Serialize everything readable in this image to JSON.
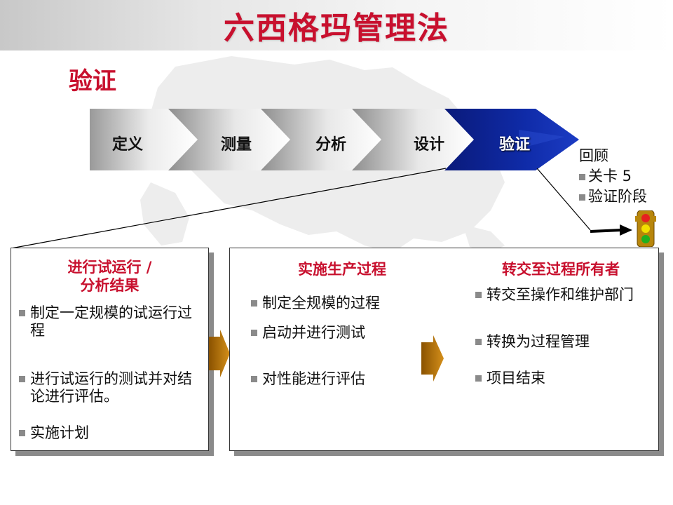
{
  "header": {
    "title": "六西格玛管理法"
  },
  "page": {
    "subtitle": "验证"
  },
  "stages": [
    {
      "label": "定义"
    },
    {
      "label": "测量"
    },
    {
      "label": "分析"
    },
    {
      "label": "设计"
    },
    {
      "label": "验证"
    }
  ],
  "review": {
    "title": "回顾",
    "items": [
      "关卡 5",
      "验证阶段"
    ]
  },
  "boxes": [
    {
      "title_line1": "进行试运行 /",
      "title_line2": "分析结果",
      "items": [
        "制定一定规模的试运行过程",
        "进行试运行的测试并对结论进行评估。",
        "实施计划"
      ]
    },
    {
      "title": "实施生产过程",
      "items": [
        "制定全规模的过程",
        "启动并进行测试",
        "对性能进行评估"
      ]
    },
    {
      "title": "转交至过程所有者",
      "items": [
        "转交至操作和维护部门",
        "转换为过程管理",
        "项目结束"
      ]
    }
  ],
  "colors": {
    "title_red": "#c8102e",
    "active_stage": "#0a1f8f",
    "flow_arrow": "#c07a10"
  }
}
